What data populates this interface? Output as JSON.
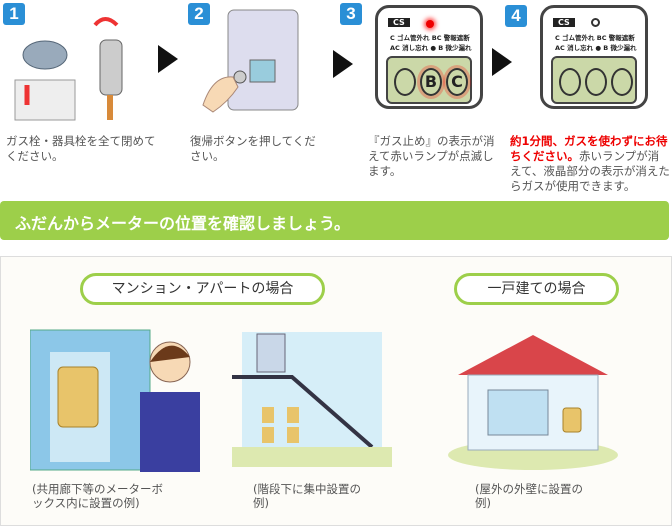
{
  "steps": [
    {
      "number": "1",
      "text": "ガス栓・器具栓を全て閉めてください。"
    },
    {
      "number": "2",
      "text": "復帰ボタンを押してください。"
    },
    {
      "number": "3",
      "text": "『ガス止め』の表示が消えて赤いランプが点滅します。"
    },
    {
      "number": "4",
      "text_red": "約1分間、ガスを使わずにお待ちください。",
      "text": "赤いランプが消えて、液晶部分の表示が消えたらガスが使用できます。"
    }
  ],
  "meter": {
    "cs": "CS",
    "line1": "C ゴム管外れ  BC 警報遮断",
    "line2": "AC 消し忘れ ● B 微少漏れ",
    "b": "B",
    "c": "C"
  },
  "banner": "ふだんからメーターの位置を確認しましょう。",
  "sections": [
    {
      "title": "マンション・アパートの場合",
      "captions": [
        "(共用廊下等のメーターボックス内に設置の例)",
        "(階段下に集中設置の例)"
      ]
    },
    {
      "title": "一戸建ての場合",
      "captions": [
        "(屋外の外壁に設置の例)"
      ]
    }
  ],
  "colors": {
    "green": "#9dcf4a",
    "blue": "#2a8fd6",
    "red": "#e00000"
  }
}
